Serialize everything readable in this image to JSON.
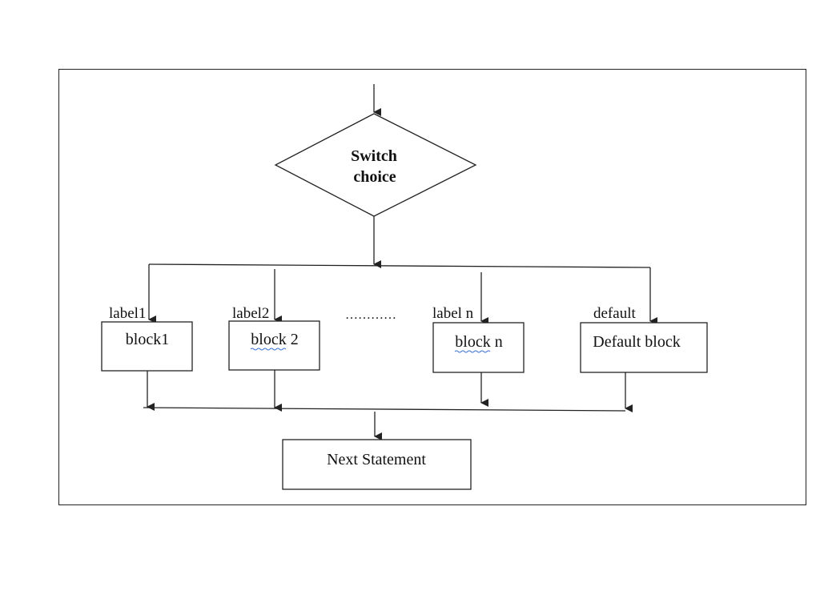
{
  "decision": {
    "line1": "Switch",
    "line2": "choice"
  },
  "cases": [
    {
      "label": "label1",
      "block": "block1"
    },
    {
      "label": "label2",
      "block": "block 2"
    },
    {
      "label": "label n",
      "block": "block n"
    },
    {
      "label": "default",
      "block": "Default block"
    }
  ],
  "ellipsis": "…………",
  "next": {
    "block": "Next Statement"
  },
  "colors": {
    "stroke": "#222222",
    "spellcheck": "#3a6fd8"
  },
  "icons": {
    "arrow": "arrow-down-icon",
    "spellcheck": "spellcheck-underline"
  }
}
